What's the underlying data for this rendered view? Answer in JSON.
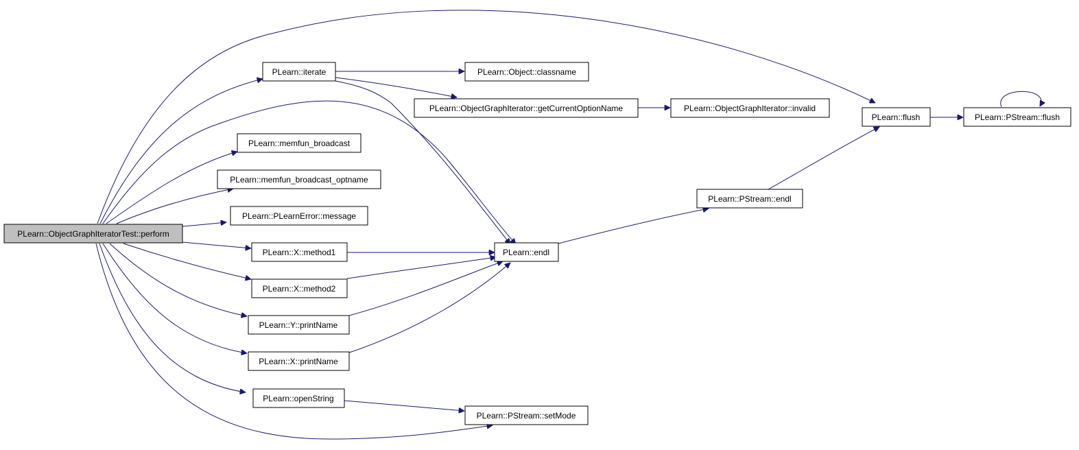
{
  "graph": {
    "colors": {
      "edge": "#191970",
      "root_fill": "#bfbfbf",
      "node_fill": "#ffffff",
      "border": "#000000"
    },
    "nodes": {
      "perform": "PLearn::ObjectGraphIteratorTest::perform",
      "iterate": "PLearn::iterate",
      "memfun_broadcast": "PLearn::memfun_broadcast",
      "memfun_broadcast_optname": "PLearn::memfun_broadcast_optname",
      "plearnerror_message": "PLearn::PLearnError::message",
      "x_method1": "PLearn::X::method1",
      "x_method2": "PLearn::X::method2",
      "y_printname": "PLearn::Y::printName",
      "x_printname": "PLearn::X::printName",
      "openstring": "PLearn::openString",
      "object_classname": "PLearn::Object::classname",
      "getcurrentoptionname": "PLearn::ObjectGraphIterator::getCurrentOptionName",
      "ogi_invalid": "PLearn::ObjectGraphIterator::invalid",
      "endl": "PLearn::endl",
      "pstream_setmode": "PLearn::PStream::setMode",
      "pstream_endl": "PLearn::PStream::endl",
      "flush": "PLearn::flush",
      "pstream_flush": "PLearn::PStream::flush"
    },
    "edges": [
      {
        "from": "perform",
        "to": "flush"
      },
      {
        "from": "perform",
        "to": "iterate"
      },
      {
        "from": "perform",
        "to": "endl"
      },
      {
        "from": "perform",
        "to": "memfun_broadcast"
      },
      {
        "from": "perform",
        "to": "memfun_broadcast_optname"
      },
      {
        "from": "perform",
        "to": "plearnerror_message"
      },
      {
        "from": "perform",
        "to": "x_method1"
      },
      {
        "from": "perform",
        "to": "x_method2"
      },
      {
        "from": "perform",
        "to": "y_printname"
      },
      {
        "from": "perform",
        "to": "x_printname"
      },
      {
        "from": "perform",
        "to": "openstring"
      },
      {
        "from": "perform",
        "to": "pstream_setmode"
      },
      {
        "from": "iterate",
        "to": "object_classname"
      },
      {
        "from": "iterate",
        "to": "getcurrentoptionname"
      },
      {
        "from": "iterate",
        "to": "endl"
      },
      {
        "from": "getcurrentoptionname",
        "to": "ogi_invalid"
      },
      {
        "from": "x_method1",
        "to": "endl"
      },
      {
        "from": "x_method2",
        "to": "endl"
      },
      {
        "from": "y_printname",
        "to": "endl"
      },
      {
        "from": "x_printname",
        "to": "endl"
      },
      {
        "from": "openstring",
        "to": "pstream_setmode"
      },
      {
        "from": "endl",
        "to": "pstream_endl"
      },
      {
        "from": "pstream_endl",
        "to": "flush"
      },
      {
        "from": "flush",
        "to": "pstream_flush"
      },
      {
        "from": "pstream_flush",
        "to": "pstream_flush"
      }
    ]
  }
}
